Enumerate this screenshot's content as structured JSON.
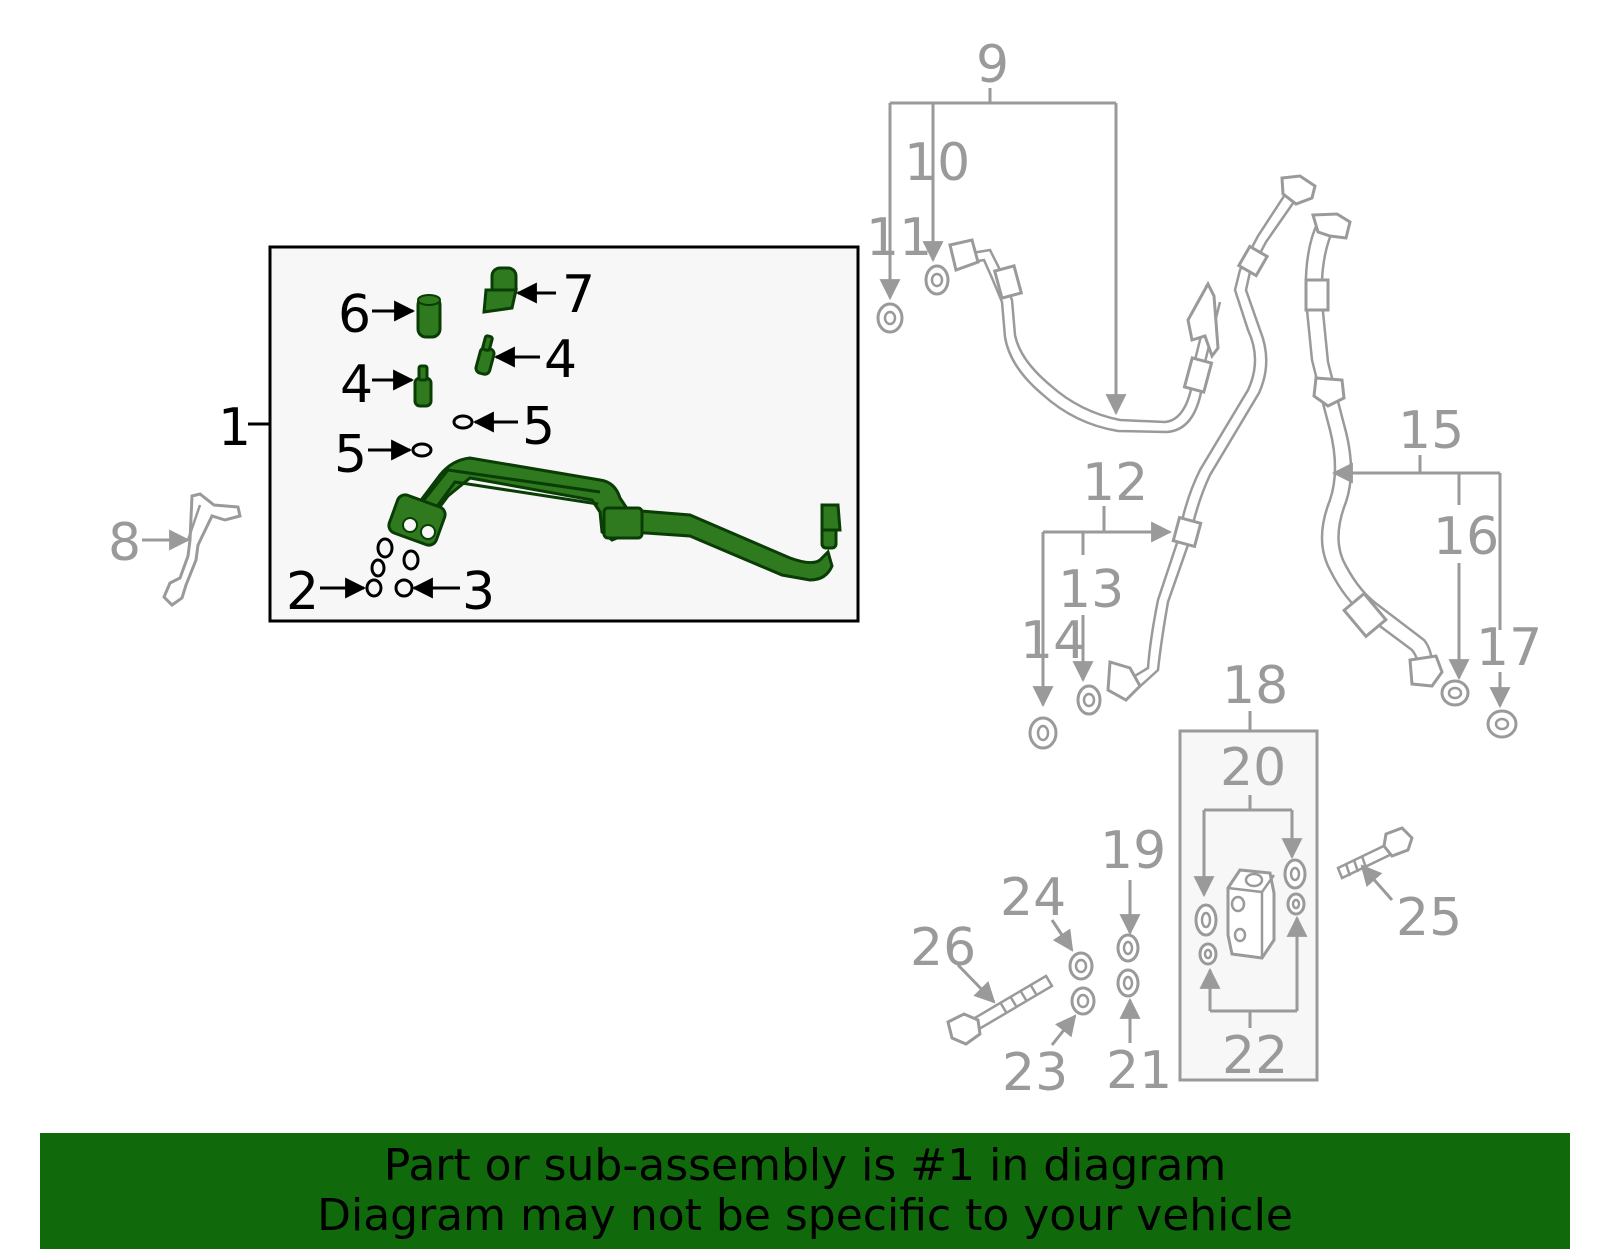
{
  "callouts": {
    "c1": "1",
    "c2": "2",
    "c3": "3",
    "c4a": "4",
    "c4b": "4",
    "c5a": "5",
    "c5b": "5",
    "c6": "6",
    "c7": "7",
    "c8": "8",
    "c9": "9",
    "c10": "10",
    "c11": "11",
    "c12": "12",
    "c13": "13",
    "c14": "14",
    "c15": "15",
    "c16": "16",
    "c17": "17",
    "c18": "18",
    "c19": "19",
    "c20": "20",
    "c21": "21",
    "c22": "22",
    "c23": "23",
    "c24": "24",
    "c25": "25",
    "c26": "26"
  },
  "colors": {
    "highlight_part": "#2f7a1f",
    "banner_background": "#106a0b",
    "other_parts": "#9a9a9a"
  },
  "banner": {
    "line1": "Part or sub-assembly is #1 in diagram",
    "line2": "Diagram may not be specific to your vehicle"
  }
}
